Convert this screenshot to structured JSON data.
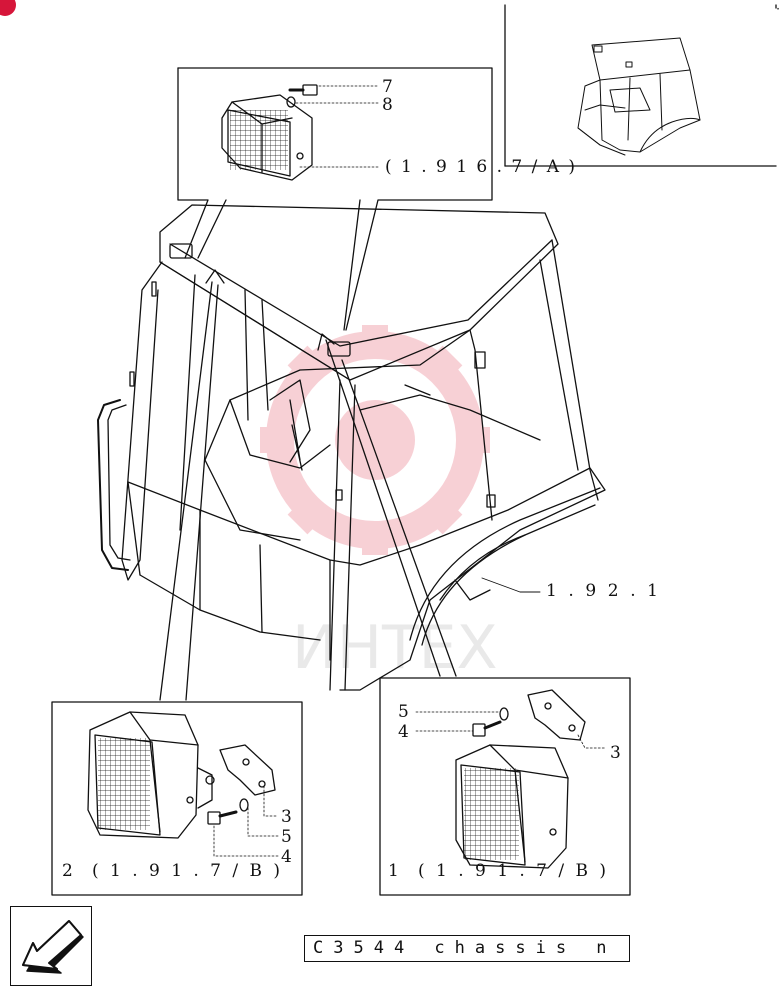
{
  "drawing": {
    "part_refs": {
      "lamp_top": {
        "bolt": "7",
        "washer": "8",
        "ref": "(1.916.7/A)"
      },
      "cab": {
        "ref": "1.92.1"
      },
      "lamp_left": {
        "index": "2",
        "ref": "(1.91.7/B)",
        "bracket": "3",
        "washer": "5",
        "bolt": "4"
      },
      "lamp_right": {
        "index": "1",
        "ref": "(1.91.7/B)",
        "washer": "5",
        "bolt": "4",
        "bracket": "3"
      }
    },
    "watermark": "ИНТЕХ"
  },
  "footer": {
    "code": "C3544 chassis n"
  },
  "nav": {
    "icon": "arrow-left-down-icon"
  },
  "colors": {
    "line": "#111111",
    "watermark": "#f2aab4",
    "corner_mark": "#d6163a"
  }
}
